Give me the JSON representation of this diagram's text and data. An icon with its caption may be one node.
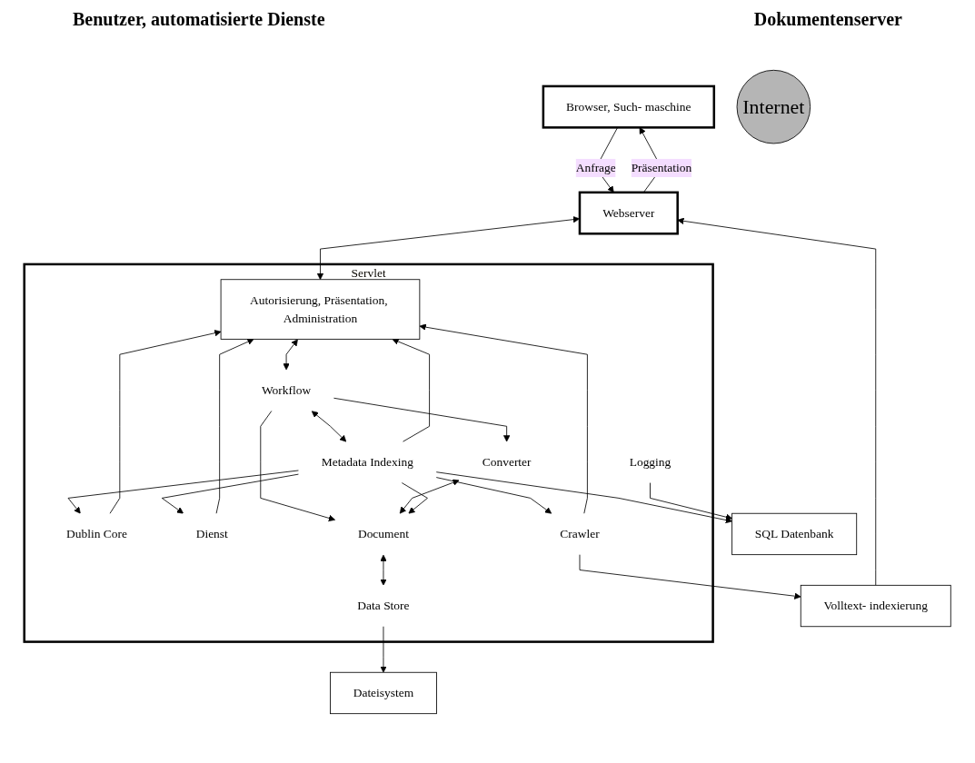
{
  "diagram": {
    "nodes": [
      {
        "text": [
          "Browser, Such- maschine"
        ]
      },
      {
        "text": [
          "Internet"
        ]
      },
      {
        "text": [
          "Webserver"
        ]
      },
      {
        "text": [
          "Volltext- indexierung"
        ]
      },
      {
        "text": [
          "Servlet"
        ]
      },
      {
        "text": [
          "Autorisierung, Präsentation, Administration"
        ],
        "in": 4
      },
      {
        "text": [
          "Workflow"
        ],
        "in": 4
      },
      {
        "text": [
          "Dublin Core"
        ],
        "in": 4
      },
      {
        "text": [
          "Converter"
        ],
        "in": 4
      },
      {
        "text": [
          "Metadata Indexing"
        ],
        "in": 4
      },
      {
        "text": [
          "Dienst"
        ],
        "in": 4
      },
      {
        "text": [
          "Crawler"
        ],
        "in": 4
      },
      {
        "text": [
          "Document"
        ],
        "in": 4
      },
      {
        "text": [
          "Data Store"
        ],
        "in": 4
      },
      {
        "text": [
          "Logging"
        ],
        "in": 4
      },
      {
        "text": [
          "Dateisystem"
        ]
      },
      {
        "text": [
          "SQL Datenbank"
        ]
      }
    ],
    "edges": [
      {
        "from": 0,
        "to": 2,
        "arrow": "to",
        "label": "Anfrage"
      },
      {
        "from": 2,
        "to": 0,
        "arrow": "to",
        "label": "Präsentation"
      },
      {
        "from": 2,
        "to": 5,
        "arrow": "both"
      },
      {
        "from": 3,
        "to": 2,
        "arrow": "to"
      },
      {
        "from": 11,
        "to": 3,
        "arrow": "to"
      },
      {
        "from": 5,
        "to": 6,
        "arrow": "both"
      },
      {
        "from": 9,
        "to": 5,
        "arrow": "to"
      },
      {
        "from": 7,
        "to": 5,
        "arrow": "to"
      },
      {
        "from": 10,
        "to": 5,
        "arrow": "to"
      },
      {
        "from": 11,
        "to": 5,
        "arrow": "to"
      },
      {
        "from": 6,
        "to": 8,
        "arrow": "to"
      },
      {
        "from": 6,
        "to": 12,
        "arrow": "to"
      },
      {
        "from": 6,
        "to": 9,
        "arrow": "both"
      },
      {
        "from": 9,
        "to": 7,
        "arrow": "to"
      },
      {
        "from": 9,
        "to": 10,
        "arrow": "to"
      },
      {
        "from": 9,
        "to": 11,
        "arrow": "to"
      },
      {
        "from": 8,
        "to": 12,
        "arrow": "both"
      },
      {
        "from": 9,
        "to": 12,
        "arrow": "to"
      },
      {
        "from": 12,
        "to": 13,
        "arrow": "both"
      },
      {
        "from": 13,
        "to": 15,
        "arrow": "to"
      },
      {
        "from": 9,
        "to": 16,
        "arrow": "to"
      },
      {
        "from": 14,
        "to": 16,
        "arrow": "to"
      }
    ],
    "labels": [
      "Benutzer, automatisierte Dienste",
      "Dokumentenserver"
    ]
  }
}
